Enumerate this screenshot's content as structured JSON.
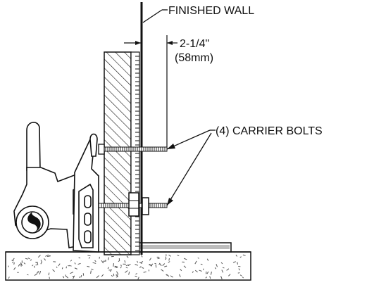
{
  "labels": {
    "finished_wall": "FINISHED WALL",
    "dimension_imperial": "2-1/4\"",
    "dimension_metric": "(58mm)",
    "carrier_bolts": "(4) CARRIER BOLTS"
  },
  "colors": {
    "line": "#111111",
    "background": "#ffffff",
    "plate_fill": "#bdbdbd",
    "floor_texture": "#555555"
  }
}
